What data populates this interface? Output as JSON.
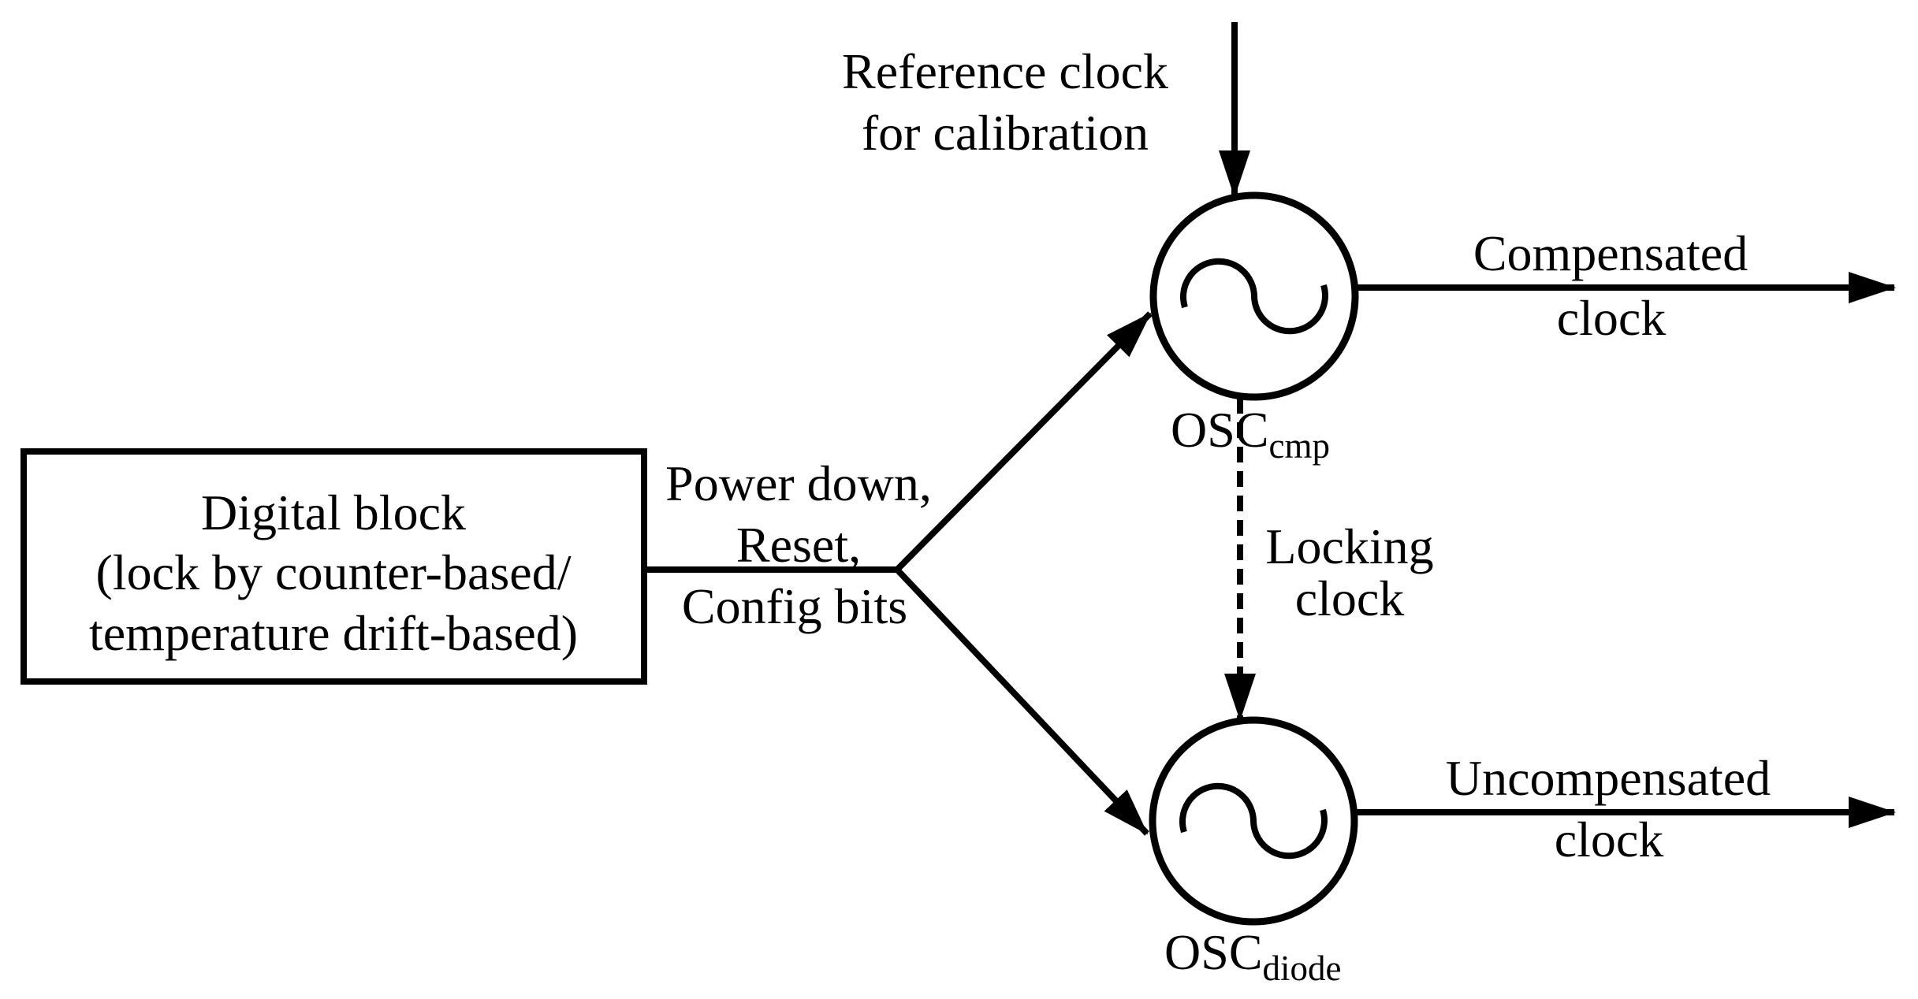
{
  "figure": {
    "type": "block-diagram",
    "background": "#ffffff",
    "ink": "#000000",
    "labels": {
      "reference_clock": {
        "line1": "Reference clock",
        "line2": "for calibration"
      },
      "digital_block": {
        "line1": "Digital block",
        "line2": "(lock by counter-based/",
        "line3": "temperature drift-based)"
      },
      "control_signals": {
        "line1": "Power down,",
        "line2": "Reset,",
        "line3": "Config bits"
      },
      "compensated_clock": {
        "line1": "Compensated",
        "line2": "clock"
      },
      "uncompensated_clock": {
        "line1": "Uncompensated",
        "line2": "clock"
      },
      "locking_clock": {
        "line1": "Locking",
        "line2": "clock"
      },
      "osc_cmp": {
        "main": "OSC",
        "sub": "cmp"
      },
      "osc_diode": {
        "main": "OSC",
        "sub": "diode"
      }
    }
  }
}
